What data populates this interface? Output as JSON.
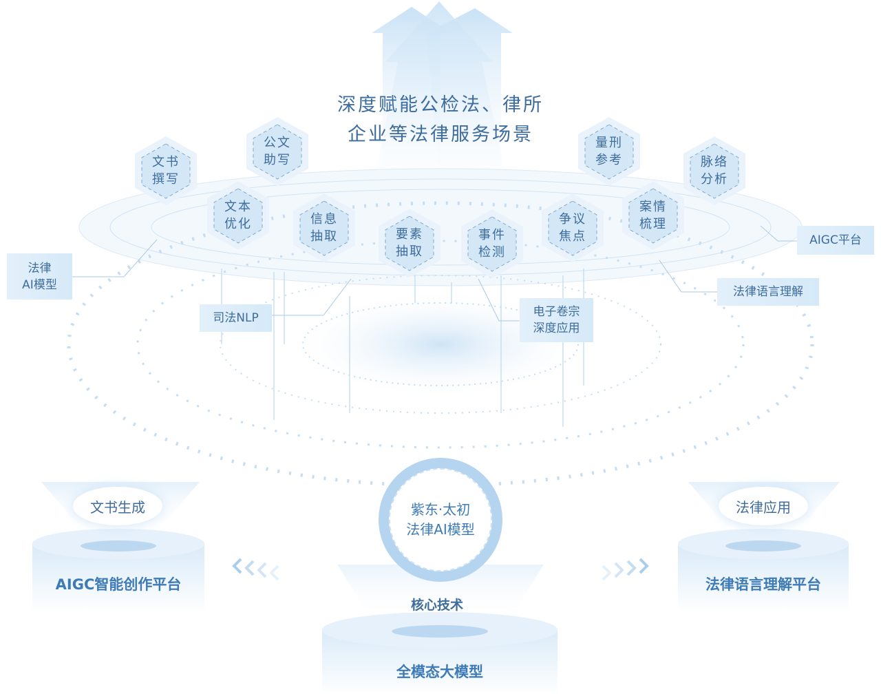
{
  "title": {
    "line1": "深度赋能公检法、律所",
    "line2": "企业等法律服务场景"
  },
  "hexagons": [
    {
      "label1": "文书",
      "label2": "撰写"
    },
    {
      "label1": "公文",
      "label2": "助写"
    },
    {
      "label1": "文本",
      "label2": "优化"
    },
    {
      "label1": "信息",
      "label2": "抽取"
    },
    {
      "label1": "要素",
      "label2": "抽取"
    },
    {
      "label1": "事件",
      "label2": "检测"
    },
    {
      "label1": "争议",
      "label2": "焦点"
    },
    {
      "label1": "案情",
      "label2": "梳理"
    },
    {
      "label1": "量刑",
      "label2": "参考"
    },
    {
      "label1": "脉络",
      "label2": "分析"
    }
  ],
  "labels": {
    "legal_ai_1": "法律",
    "legal_ai_2": "AI模型",
    "nlp": "司法NLP",
    "ecase_1": "电子卷宗",
    "ecase_2": "深度应用",
    "aigc": "AIGC平台",
    "lang": "法律语言理解"
  },
  "bottom": {
    "left_pill": "文书生成",
    "left_platform": "AIGC智能创作平台",
    "right_pill": "法律应用",
    "right_platform": "法律语言理解平台",
    "core_1": "紫东·太初",
    "core_2": "法律AI模型",
    "core_tech": "核心技术",
    "base": "全模态大模型"
  },
  "colors": {
    "text": "#3e6c9c",
    "accent": "#b4d4ef"
  }
}
